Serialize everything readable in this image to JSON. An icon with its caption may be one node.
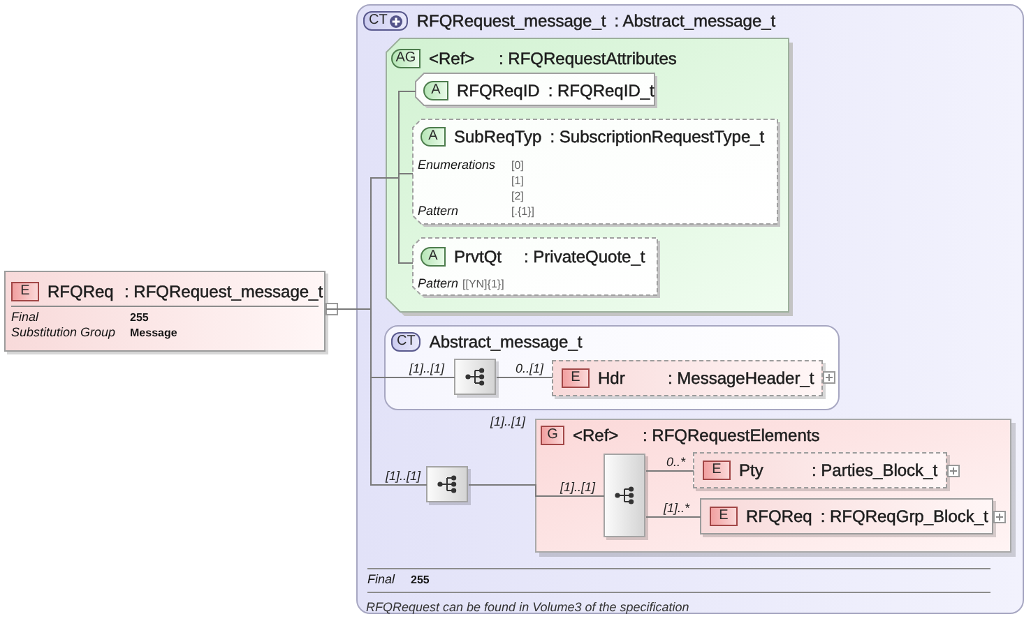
{
  "diagram": {
    "nodes": [
      {
        "text": [
          "E",
          "RFQReq",
          ": RFQRequest_message_t",
          "Final",
          "255",
          "Substitution Group",
          "Message"
        ]
      },
      {
        "text": [
          "CT",
          "RFQRequest_message_t",
          ": Abstract_message_t",
          "Final",
          "255",
          "RFQRequest can be found in Volume3 of the specification"
        ]
      },
      {
        "text": [
          "AG",
          "<Ref>",
          ": RFQRequestAttributes"
        ],
        "in": 1
      },
      {
        "text": [
          "A",
          "RFQReqID",
          ": RFQReqID_t"
        ],
        "in": 2
      },
      {
        "text": [
          "A",
          "SubReqTyp",
          ": SubscriptionRequestType_t",
          "Enumerations",
          "[0]",
          "[1]",
          "[2]",
          "Pattern",
          "[.{1}]"
        ],
        "in": 2
      },
      {
        "text": [
          "A",
          "PrvtQt",
          ": PrivateQuote_t",
          "Pattern",
          "[[YN]{1}]"
        ],
        "in": 2
      },
      {
        "text": [
          "CT",
          "Abstract_message_t"
        ],
        "in": 1
      },
      {
        "text": [],
        "shape": "box",
        "in": 6
      },
      {
        "text": [
          "E",
          "Hdr",
          ": MessageHeader_t"
        ],
        "in": 6
      },
      {
        "text": [],
        "shape": "box",
        "in": 1
      },
      {
        "text": [
          "G",
          "<Ref>",
          ": RFQRequestElements"
        ],
        "in": 1,
        "beside": [
          "[1]..[1]"
        ]
      },
      {
        "text": [],
        "shape": "box",
        "in": 10
      },
      {
        "text": [
          "E",
          "Pty",
          ": Parties_Block_t"
        ],
        "in": 10
      },
      {
        "text": [
          "E",
          "RFQReq",
          ": RFQReqGrp_Block_t"
        ],
        "in": 10
      }
    ],
    "edges": [
      {
        "from": 0,
        "to": 3,
        "arrow": "none"
      },
      {
        "from": 0,
        "to": 4,
        "arrow": "none"
      },
      {
        "from": 0,
        "to": 5,
        "arrow": "none"
      },
      {
        "from": 0,
        "to": 7,
        "arrow": "none",
        "label": "[1]..[1]"
      },
      {
        "from": 7,
        "to": 8,
        "arrow": "none",
        "label": "0..[1]"
      },
      {
        "from": 0,
        "to": 9,
        "arrow": "none",
        "label": "[1]..[1]"
      },
      {
        "from": 9,
        "to": 11,
        "arrow": "none",
        "label": "[1]..[1]"
      },
      {
        "from": 11,
        "to": 12,
        "arrow": "none",
        "label": "0..*"
      },
      {
        "from": 11,
        "to": 13,
        "arrow": "none",
        "label": "[1]..*"
      }
    ]
  }
}
